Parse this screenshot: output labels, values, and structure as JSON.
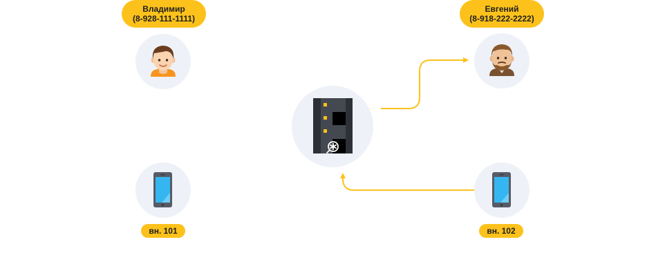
{
  "users": [
    {
      "name": "Владимир",
      "phone": "(8-928-111-1111)"
    },
    {
      "name": "Евгений",
      "phone": "(8-918-222-2222)"
    }
  ],
  "extensions": [
    {
      "label": "вн. 101"
    },
    {
      "label": "вн. 102"
    }
  ],
  "colors": {
    "accent": "#fcc21b",
    "circle": "#eef1f7",
    "connector": "#fcc21b"
  },
  "icons": {
    "user_left": "person-avatar-icon",
    "user_right": "bearded-person-avatar-icon",
    "server": "pbx-server-icon",
    "phone": "smartphone-icon"
  }
}
